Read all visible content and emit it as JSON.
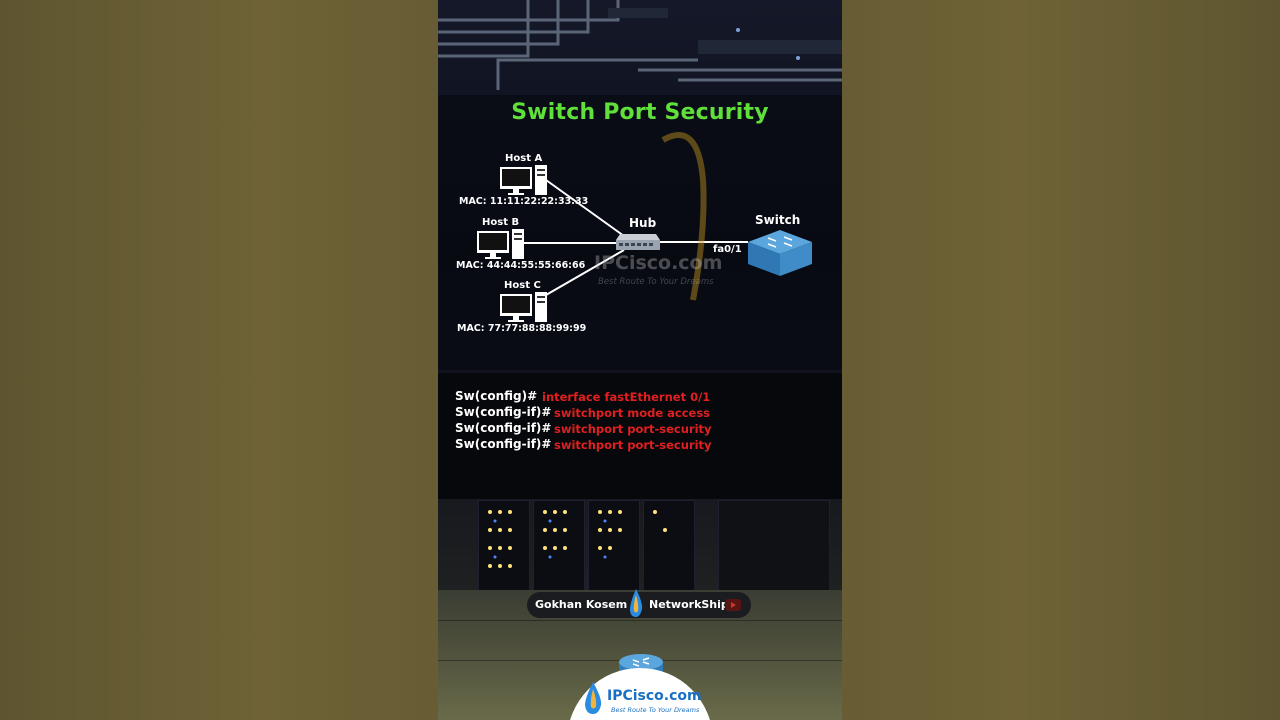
{
  "diagram": {
    "title": "Switch Port Security",
    "hosts": [
      {
        "label": "Host A",
        "mac": "MAC: 11:11:22:22:33:33"
      },
      {
        "label": "Host B",
        "mac": "MAC: 44:44:55:55:66:66"
      },
      {
        "label": "Host C",
        "mac": "MAC: 77:77:88:88:99:99"
      }
    ],
    "hub_label": "Hub",
    "switch_label": "Switch",
    "port_label": "fa0/1",
    "watermark": "IPCisco.com",
    "watermark_tagline": "Best Route To Your Dreams"
  },
  "commands": [
    {
      "prompt": "Sw(config)#",
      "text": "interface fastEthernet 0/1"
    },
    {
      "prompt": "Sw(config-if)#",
      "text": "switchport mode access"
    },
    {
      "prompt": "Sw(config-if)#",
      "text": "switchport port-security"
    },
    {
      "prompt": "Sw(config-if)#",
      "text": "switchport port-security"
    }
  ],
  "credit": {
    "author": "Gokhan Kosem",
    "channel": "NetworkShip"
  },
  "logo": {
    "name": "IPCisco.com",
    "tagline": "Best Route To Your Dreams"
  },
  "colors": {
    "title_green": "#5fe03a",
    "command_red": "#e02020",
    "side_bg": "#6b5f35",
    "brand_blue": "#1a6fc2"
  },
  "icons": [
    "desktop-computer-icon",
    "hub-icon",
    "switch-icon",
    "drop-logo-icon",
    "youtube-icon",
    "router-icon"
  ]
}
